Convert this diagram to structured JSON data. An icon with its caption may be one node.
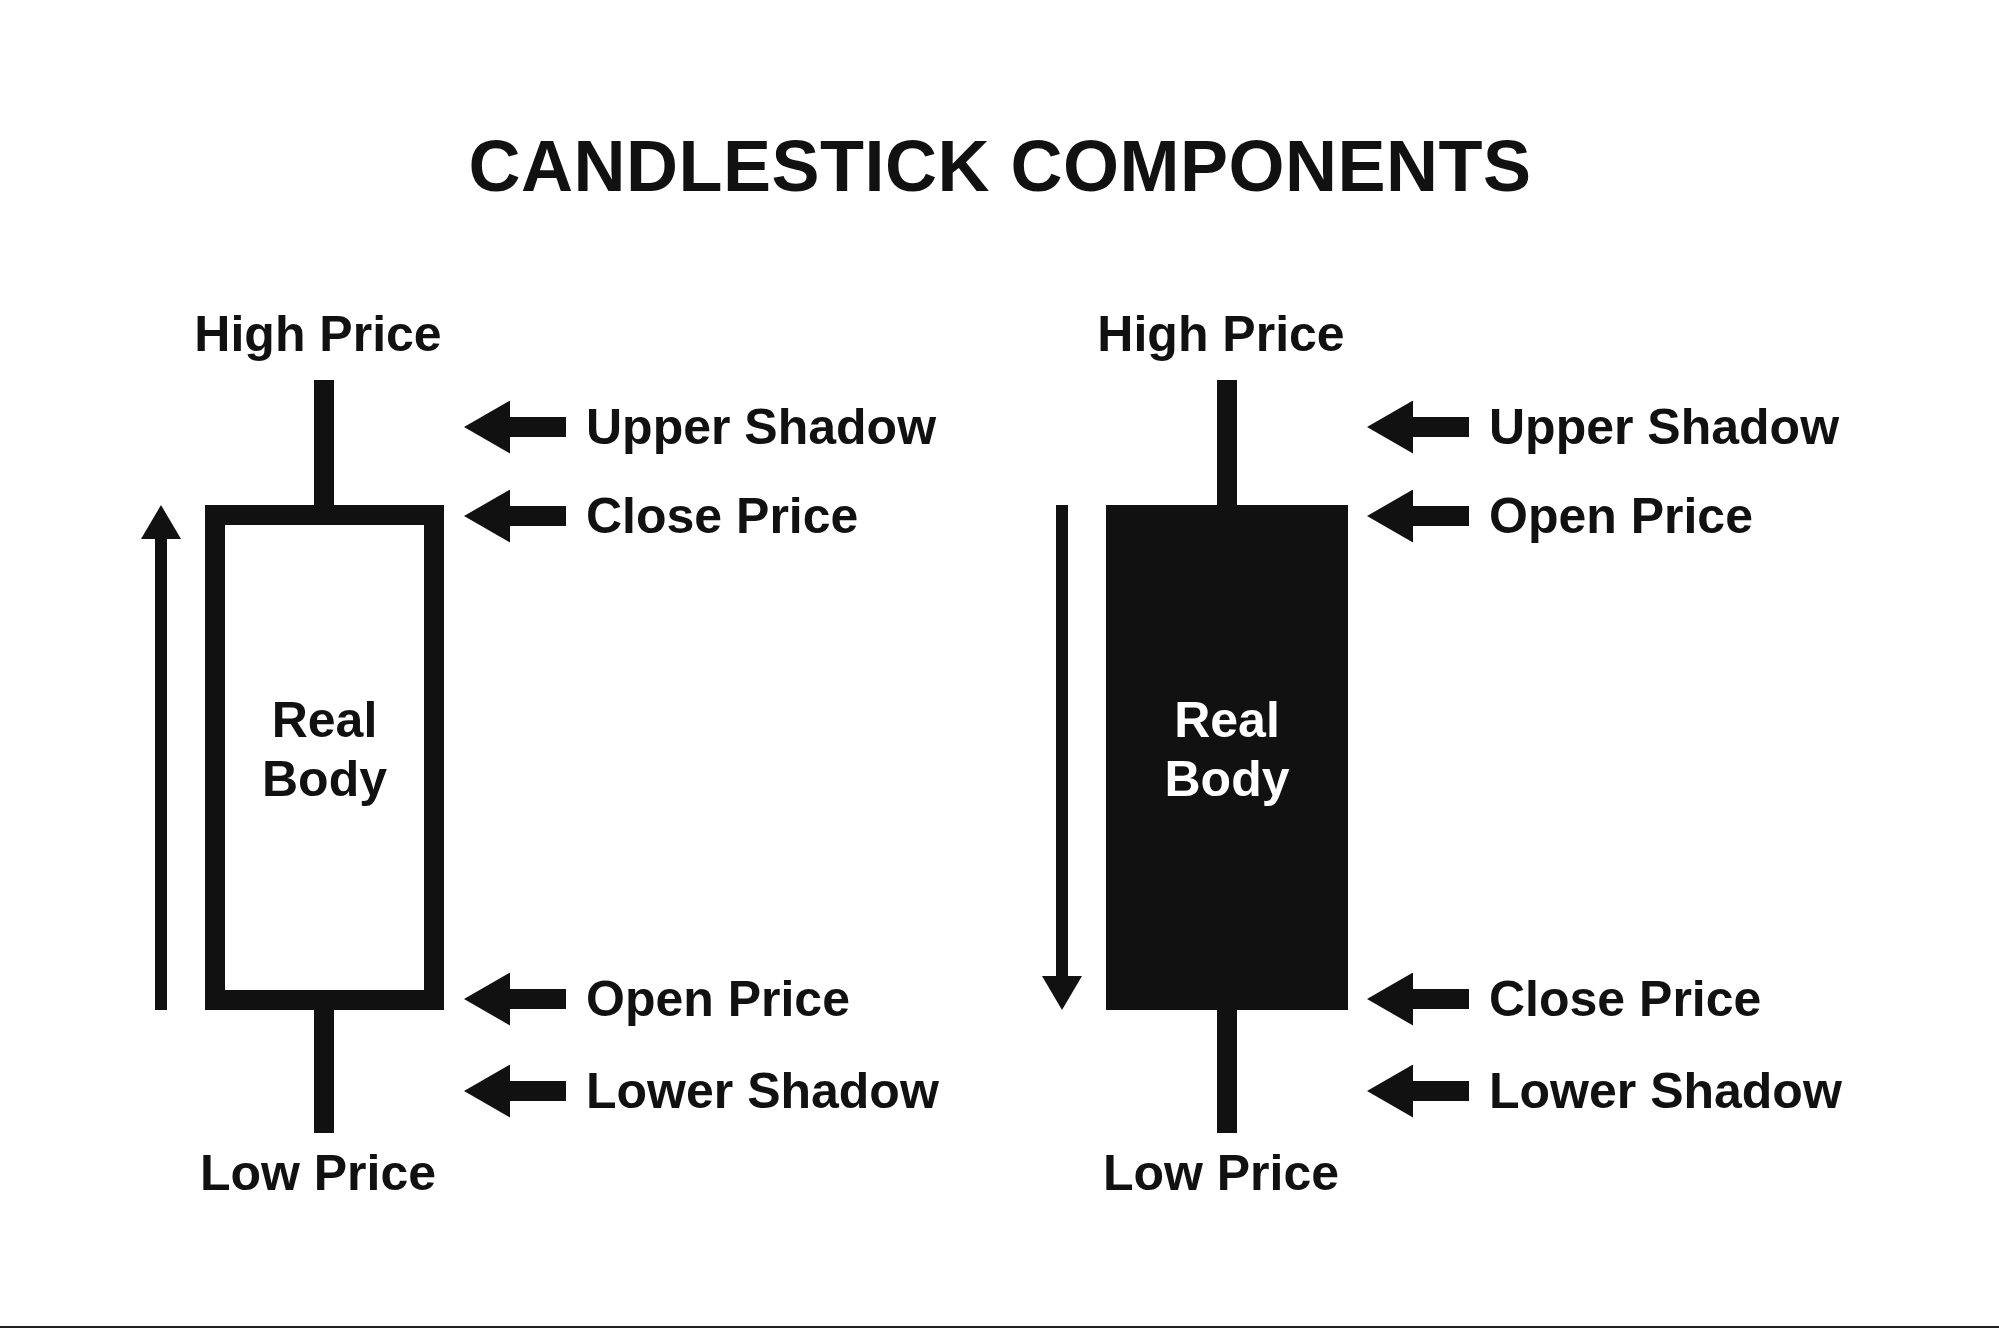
{
  "diagram": {
    "title": "CANDLESTICK COMPONENTS",
    "nodes": [
      {
        "text": [],
        "shape": "bar",
        "beside": [
          "High Price"
        ]
      },
      {
        "text": [
          "Real Body"
        ]
      },
      {
        "text": [],
        "shape": "bar",
        "beside": [
          "Low Price"
        ]
      },
      {
        "text": [
          "Upper Shadow"
        ]
      },
      {
        "text": [
          "Close Price"
        ]
      },
      {
        "text": [
          "Open Price"
        ]
      },
      {
        "text": [
          "Lower Shadow"
        ]
      },
      {
        "text": [],
        "shape": "bar",
        "beside": [
          "High Price"
        ]
      },
      {
        "text": [
          "Real Body"
        ]
      },
      {
        "text": [],
        "shape": "bar",
        "beside": [
          "Low Price"
        ]
      },
      {
        "text": [
          "Upper Shadow"
        ]
      },
      {
        "text": [
          "Open Price"
        ]
      },
      {
        "text": [
          "Close Price"
        ]
      },
      {
        "text": [
          "Lower Shadow"
        ]
      }
    ],
    "edges": [
      {
        "from": 3,
        "to": 0,
        "arrow": "to"
      },
      {
        "from": 4,
        "to": 1,
        "arrow": "to"
      },
      {
        "from": 5,
        "to": 1,
        "arrow": "to"
      },
      {
        "from": 6,
        "to": 2,
        "arrow": "to"
      },
      {
        "from": 10,
        "to": 7,
        "arrow": "to"
      },
      {
        "from": 11,
        "to": 8,
        "arrow": "to"
      },
      {
        "from": 12,
        "to": 8,
        "arrow": "to"
      },
      {
        "from": 13,
        "to": 9,
        "arrow": "to"
      }
    ]
  }
}
